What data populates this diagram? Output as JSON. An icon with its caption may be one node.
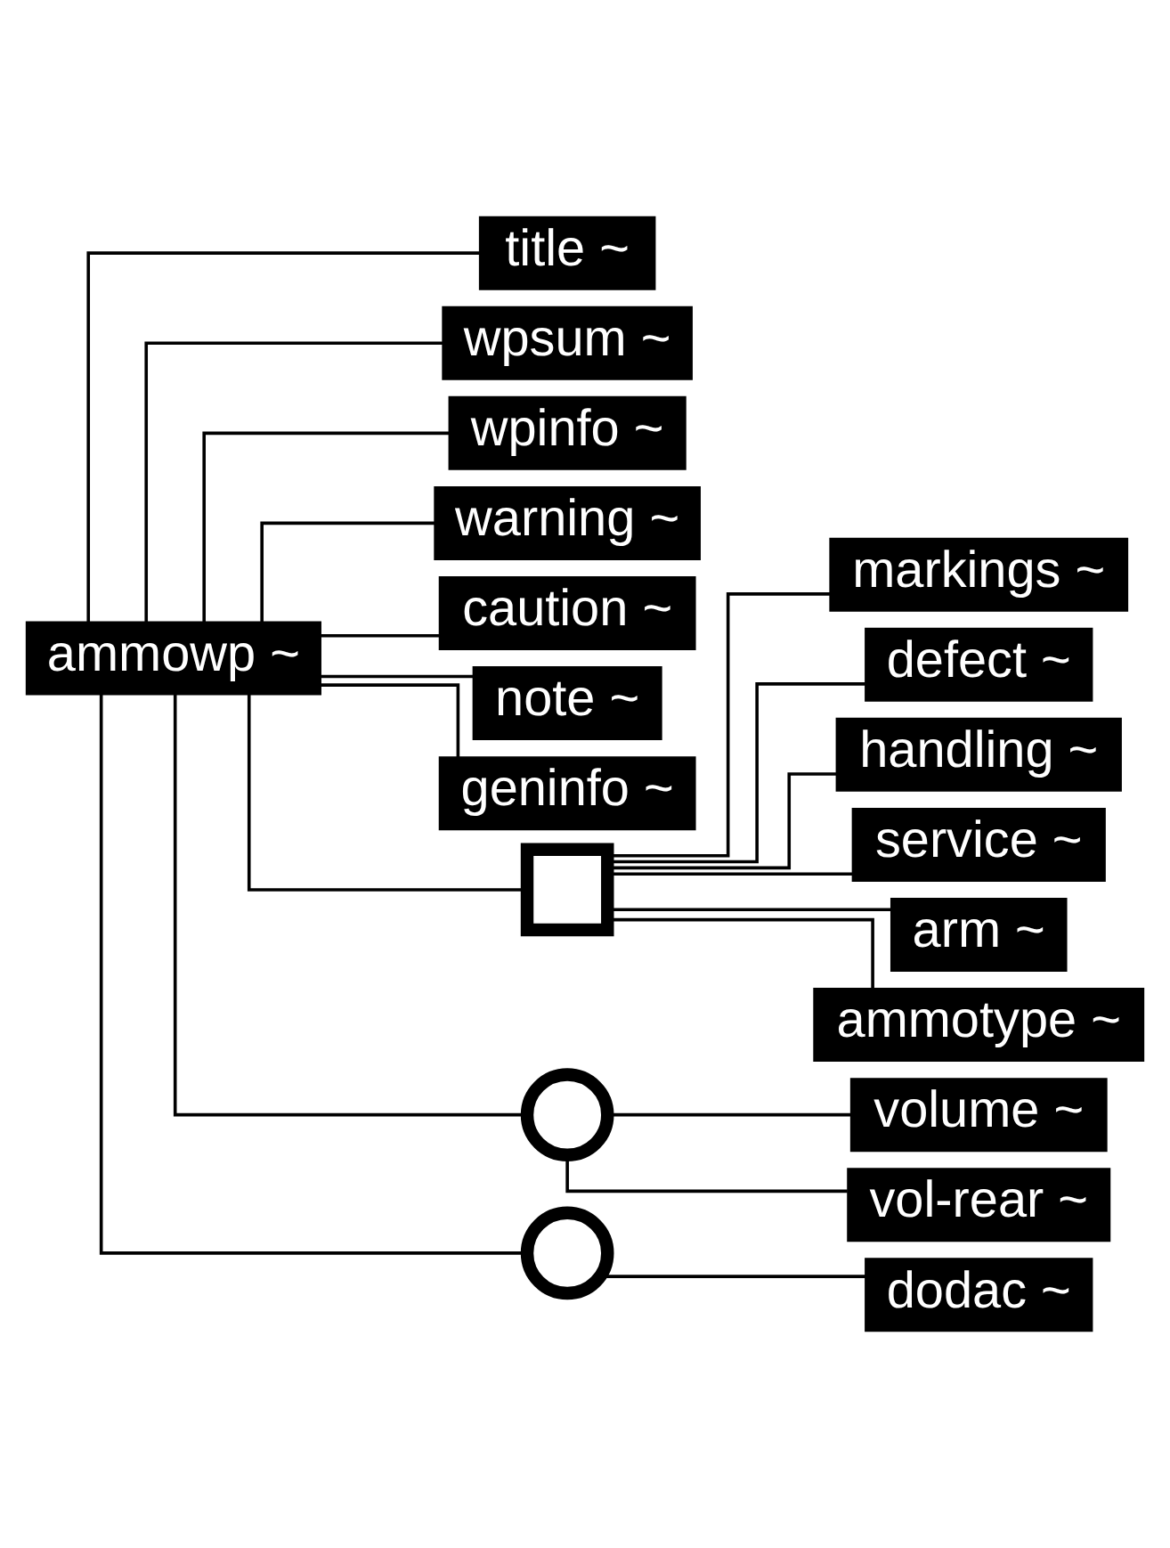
{
  "diagram": {
    "nodes": [
      {
        "text": [
          "ammowp ~"
        ]
      },
      {
        "text": [
          "title ~"
        ]
      },
      {
        "text": [
          "wpsum ~"
        ]
      },
      {
        "text": [
          "wpinfo ~"
        ]
      },
      {
        "text": [
          "warning ~"
        ]
      },
      {
        "text": [
          "caution ~"
        ]
      },
      {
        "text": [
          "note ~"
        ]
      },
      {
        "text": [
          "geninfo ~"
        ]
      },
      {
        "text": [],
        "shape": "box"
      },
      {
        "text": [
          "markings ~"
        ]
      },
      {
        "text": [
          "defect ~"
        ]
      },
      {
        "text": [
          "handling ~"
        ]
      },
      {
        "text": [
          "service ~"
        ]
      },
      {
        "text": [
          "arm ~"
        ]
      },
      {
        "text": [
          "ammotype ~"
        ]
      },
      {
        "text": [],
        "shape": "circle"
      },
      {
        "text": [
          "volume ~"
        ]
      },
      {
        "text": [
          "vol-rear ~"
        ]
      },
      {
        "text": [],
        "shape": "circle"
      },
      {
        "text": [
          "dodac ~"
        ]
      }
    ],
    "edges": [
      {
        "from": 0,
        "to": 1,
        "arrow": "none"
      },
      {
        "from": 0,
        "to": 2,
        "arrow": "none"
      },
      {
        "from": 0,
        "to": 3,
        "arrow": "none"
      },
      {
        "from": 0,
        "to": 4,
        "arrow": "none"
      },
      {
        "from": 0,
        "to": 5,
        "arrow": "none"
      },
      {
        "from": 0,
        "to": 6,
        "arrow": "none"
      },
      {
        "from": 0,
        "to": 7,
        "arrow": "none"
      },
      {
        "from": 0,
        "to": 8,
        "arrow": "none"
      },
      {
        "from": 8,
        "to": 9,
        "arrow": "none"
      },
      {
        "from": 8,
        "to": 10,
        "arrow": "none"
      },
      {
        "from": 8,
        "to": 11,
        "arrow": "none"
      },
      {
        "from": 8,
        "to": 12,
        "arrow": "none"
      },
      {
        "from": 8,
        "to": 13,
        "arrow": "none"
      },
      {
        "from": 8,
        "to": 14,
        "arrow": "none"
      },
      {
        "from": 0,
        "to": 15,
        "arrow": "none"
      },
      {
        "from": 15,
        "to": 16,
        "arrow": "none"
      },
      {
        "from": 15,
        "to": 17,
        "arrow": "none"
      },
      {
        "from": 0,
        "to": 18,
        "arrow": "none"
      },
      {
        "from": 18,
        "to": 19,
        "arrow": "none"
      }
    ]
  }
}
